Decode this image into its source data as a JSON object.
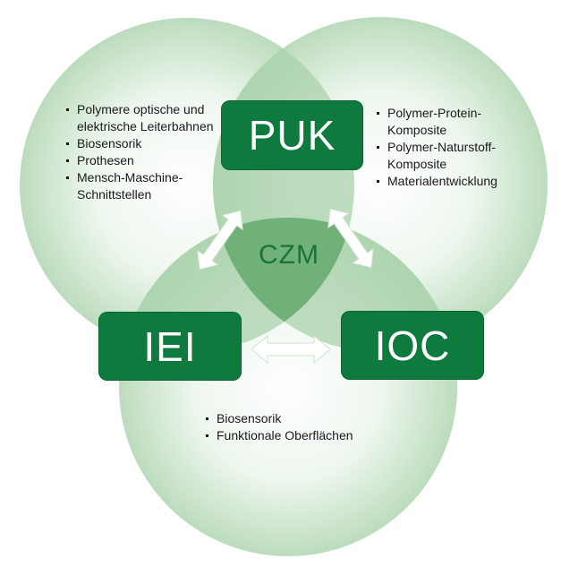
{
  "diagram": {
    "nodes": {
      "top": "PUK",
      "left": "IEI",
      "right": "IOC",
      "center": "CZM"
    },
    "lists": {
      "left": [
        "Polymere optische und elektrische Leiterbahnen",
        "Biosensorik",
        "Prothesen",
        "Mensch-Maschine-Schnittstellen"
      ],
      "right": [
        "Polymer-Protein-Komposite",
        "Polymer-Naturstoff-Komposite",
        "Materialentwicklung"
      ],
      "bottom": [
        "Biosensorik",
        "Funktionale Oberflächen"
      ]
    },
    "colors": {
      "box": "#0f7a3e",
      "box_text": "#ffffff",
      "circle_fill": "#d8ecd9",
      "center_text": "#19723d",
      "arrow": "#ffffff"
    }
  }
}
